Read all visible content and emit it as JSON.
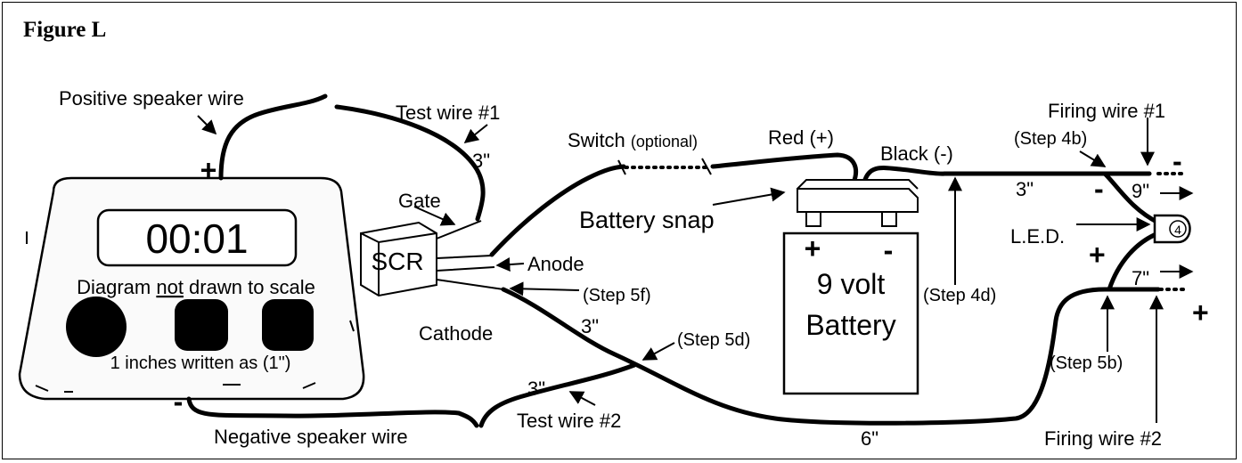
{
  "figure_title": "Figure L",
  "labels": {
    "positive_speaker_wire": "Positive speaker wire",
    "negative_speaker_wire": "Negative speaker wire",
    "test_wire_1": "Test wire #1",
    "test_wire_2": "Test wire #2",
    "switch": "Switch",
    "switch_note": "(optional)",
    "red": "Red (+)",
    "black": "Black (-)",
    "firing_wire_1": "Firing wire #1",
    "firing_wire_2": "Firing wire #2",
    "gate": "Gate",
    "anode": "Anode",
    "cathode": "Cathode",
    "scr": "SCR",
    "battery_snap": "Battery snap",
    "led": "L.E.D.",
    "led_number": "4",
    "battery_line1": "9 volt",
    "battery_line2": "Battery",
    "timer_display": "00:01",
    "scale_note_pre": "Diagram ",
    "scale_note_underlined": "not",
    "scale_note_post": " drawn to scale",
    "inches_note": "1 inches written as (1\")",
    "step_4b": "(Step 4b)",
    "step_4d": "(Step 4d)",
    "step_5b": "(Step 5b)",
    "step_5d": "(Step 5d)",
    "step_5f": "(Step 5f)",
    "len_test1": "3\"",
    "len_test2": "3\"",
    "len_cathode": "3\"",
    "len_black": "3\"",
    "len_fw1": "9\"",
    "len_fw2": "7\"",
    "len_bottom": "6\"",
    "plus": "+",
    "minus": "-"
  }
}
